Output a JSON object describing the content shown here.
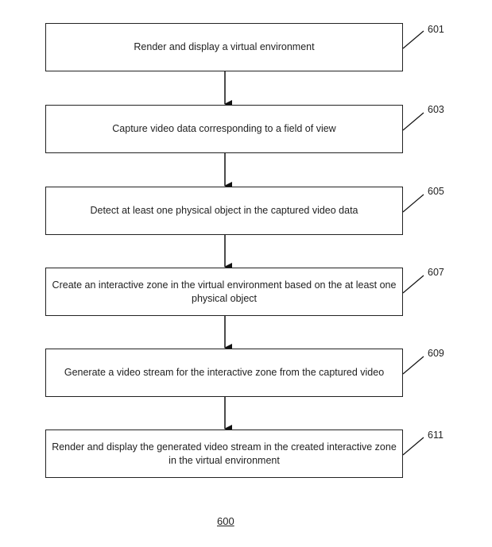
{
  "figure_label": "600",
  "steps": [
    {
      "id": "601",
      "text": "Render and display a virtual environment"
    },
    {
      "id": "603",
      "text": "Capture video data corresponding to a field of view"
    },
    {
      "id": "605",
      "text": "Detect at least one physical object in the captured video data"
    },
    {
      "id": "607",
      "text": "Create an interactive zone in the virtual environment based on the at least one physical object"
    },
    {
      "id": "609",
      "text": "Generate a video stream for the interactive zone from the captured video"
    },
    {
      "id": "611",
      "text": "Render and display the generated video stream in the created interactive zone in the virtual environment"
    }
  ]
}
